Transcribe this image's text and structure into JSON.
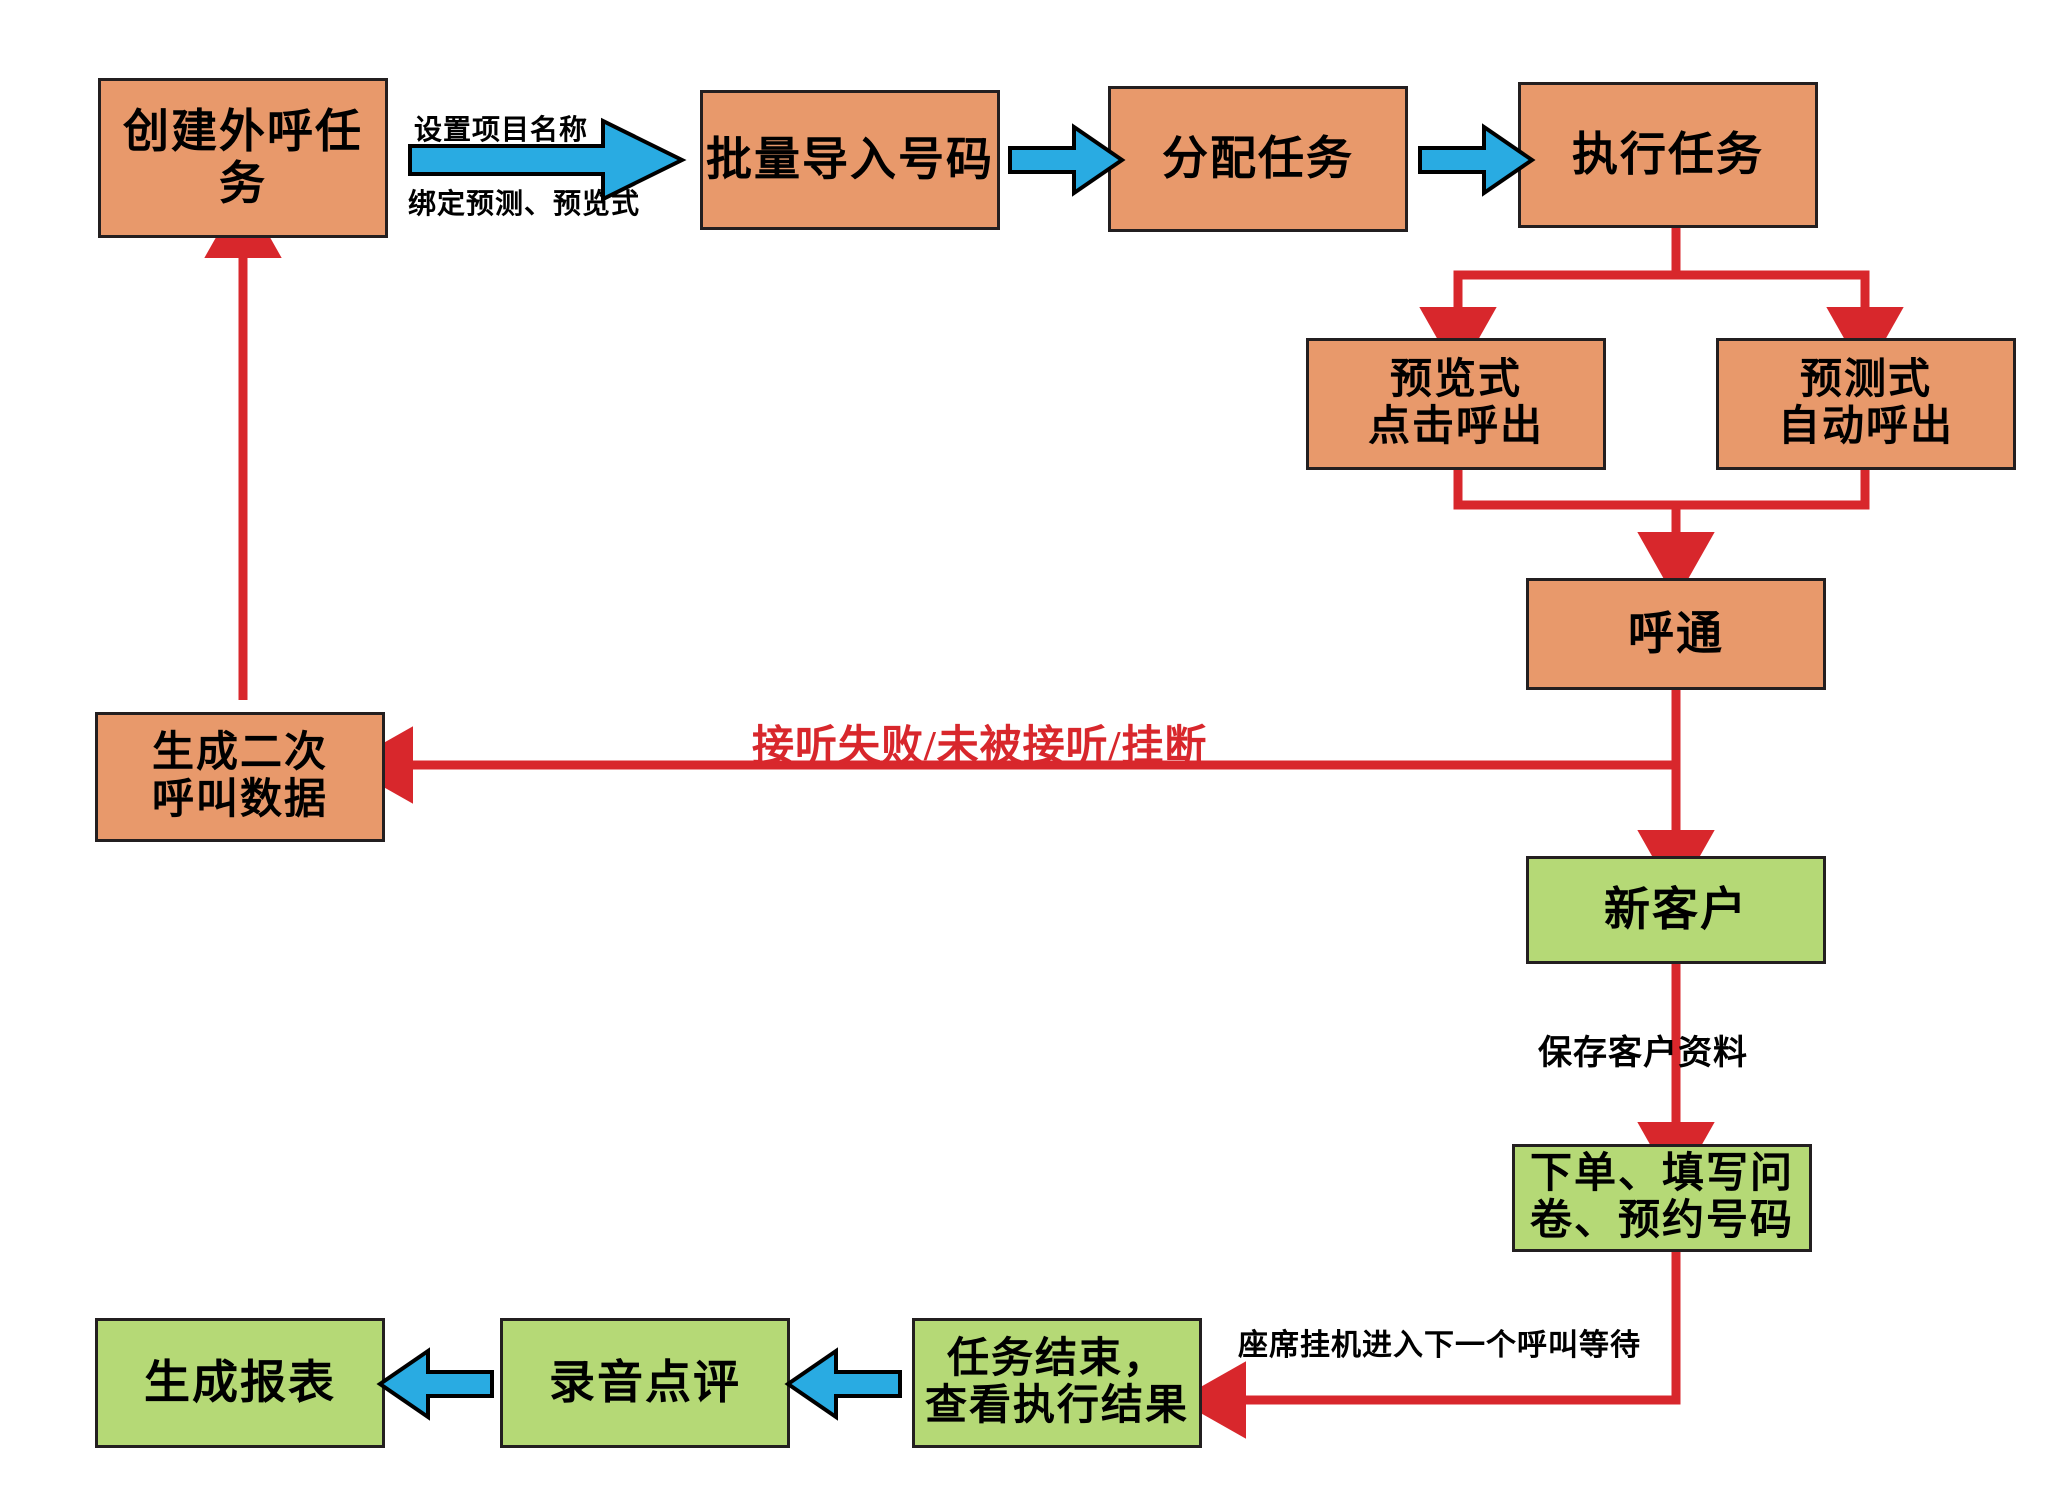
{
  "diagram": {
    "title": "外呼任务流程图",
    "colors": {
      "orange_fill": "#e8996b",
      "green_fill": "#b5d976",
      "node_border": "#231f20",
      "red_arrow": "#d8272c",
      "blue_arrow": "#29ABE2",
      "red_label_text": "#d8272c",
      "background": "#ffffff"
    },
    "nodes": [
      {
        "id": "create_task",
        "label": "创建外呼任务",
        "color": "orange"
      },
      {
        "id": "import_numbers",
        "label": "批量导入号码",
        "color": "orange"
      },
      {
        "id": "assign_task",
        "label": "分配任务",
        "color": "orange"
      },
      {
        "id": "execute_task",
        "label": "执行任务",
        "color": "orange"
      },
      {
        "id": "preview_mode",
        "label": "预览式\n点击呼出",
        "color": "orange"
      },
      {
        "id": "predictive_mode",
        "label": "预测式\n自动呼出",
        "color": "orange"
      },
      {
        "id": "connected",
        "label": "呼通",
        "color": "orange"
      },
      {
        "id": "secondary_data",
        "label": "生成二次\n呼叫数据",
        "color": "orange"
      },
      {
        "id": "new_customer",
        "label": "新客户",
        "color": "green"
      },
      {
        "id": "order_survey",
        "label": "下单、填写问\n卷、预约号码",
        "color": "green"
      },
      {
        "id": "task_finished",
        "label": "任务结束，\n查看执行结果",
        "color": "green"
      },
      {
        "id": "recording_review",
        "label": "录音点评",
        "color": "green"
      },
      {
        "id": "generate_report",
        "label": "生成报表",
        "color": "green"
      }
    ],
    "edge_labels": [
      {
        "id": "set_project_name",
        "text": "设置项目名称"
      },
      {
        "id": "bind_modes",
        "text": "绑定预测、预览式"
      },
      {
        "id": "call_failure",
        "text": "接听失败/未被接听/挂断"
      },
      {
        "id": "save_customer_info",
        "text": "保存客户资料"
      },
      {
        "id": "agent_hangup",
        "text": "座席挂机进入下一个呼叫等待"
      }
    ],
    "arrows": [
      {
        "id": "arrow-create-to-import",
        "kind": "blue-block"
      },
      {
        "id": "arrow-import-to-assign",
        "kind": "blue-block"
      },
      {
        "id": "arrow-assign-to-execute",
        "kind": "blue-block"
      },
      {
        "id": "arrow-execute-to-preview",
        "kind": "red-line"
      },
      {
        "id": "arrow-execute-to-predictive",
        "kind": "red-line"
      },
      {
        "id": "arrow-modes-to-connected",
        "kind": "red-line"
      },
      {
        "id": "arrow-connected-to-secondary",
        "kind": "red-line"
      },
      {
        "id": "arrow-secondary-to-create",
        "kind": "red-line"
      },
      {
        "id": "arrow-connected-to-newcustomer",
        "kind": "red-line"
      },
      {
        "id": "arrow-newcustomer-to-order",
        "kind": "red-line"
      },
      {
        "id": "arrow-order-to-finished",
        "kind": "red-line"
      },
      {
        "id": "arrow-finished-to-review",
        "kind": "blue-block"
      },
      {
        "id": "arrow-review-to-report",
        "kind": "blue-block"
      }
    ]
  }
}
